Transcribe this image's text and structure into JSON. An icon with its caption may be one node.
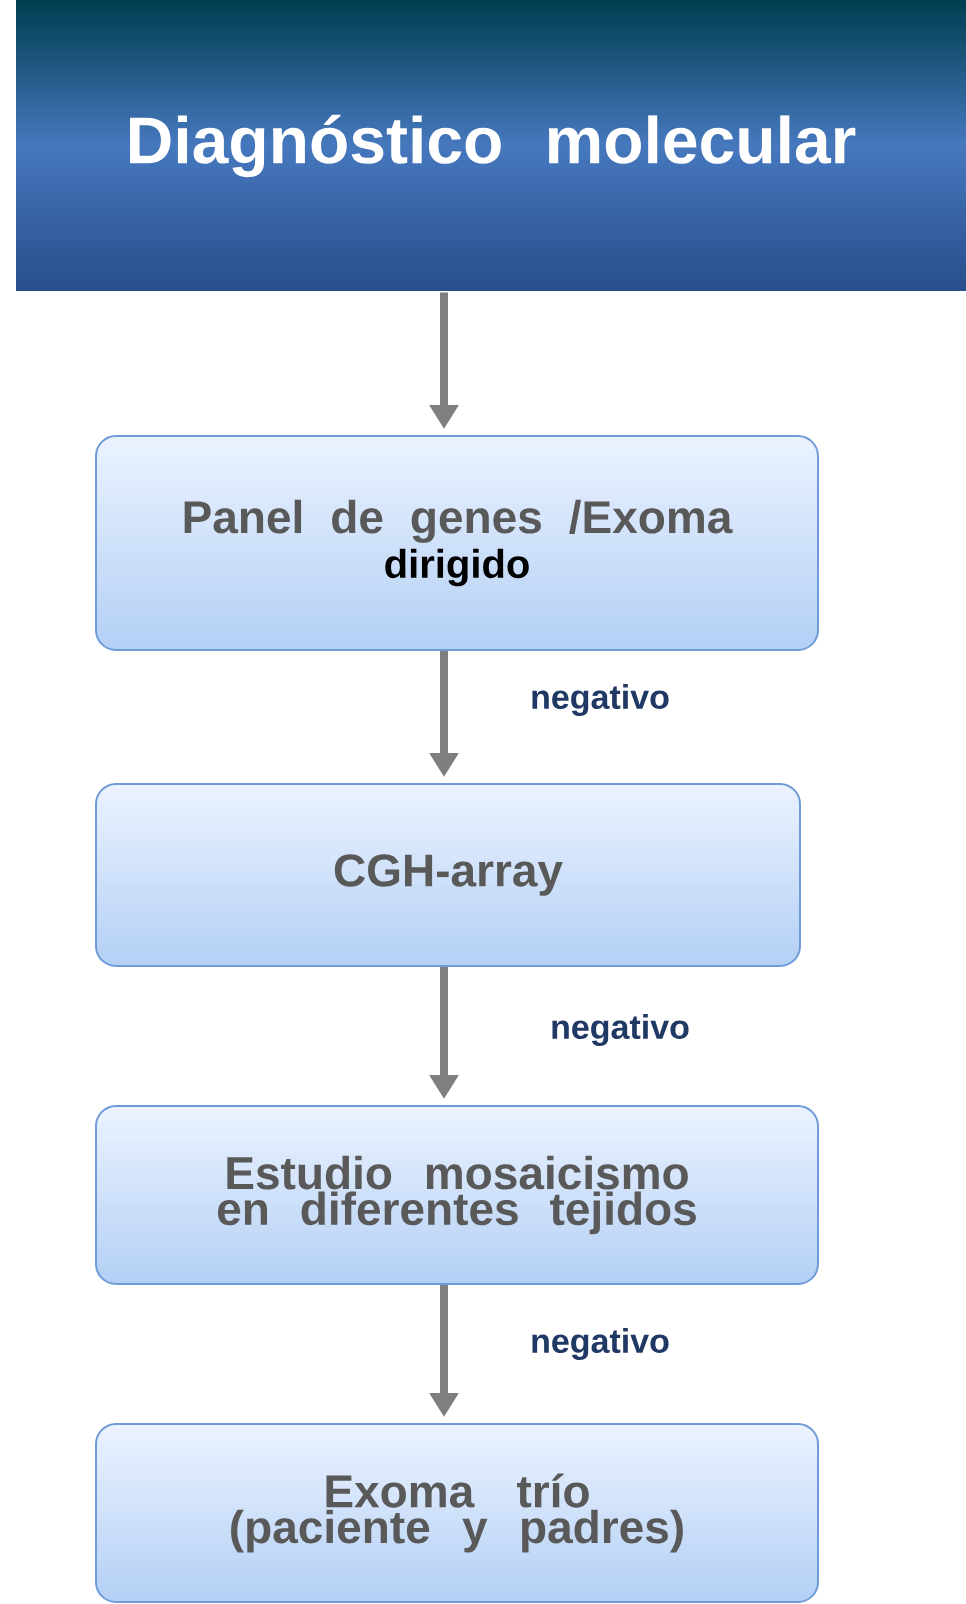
{
  "diagram": {
    "nodes": [
      {
        "text": [
          "Diagnóstico molecular"
        ]
      },
      {
        "text": [
          "Panel de genes /Exoma",
          "dirigido"
        ]
      },
      {
        "text": [
          "CGH-array"
        ]
      },
      {
        "text": [
          "Estudio mosaicismo en diferentes tejidos"
        ]
      },
      {
        "text": [
          "Exoma trío (paciente y padres)"
        ]
      }
    ],
    "edges": [
      {
        "from": 0,
        "to": 1,
        "arrow": "to"
      },
      {
        "from": 1,
        "to": 2,
        "arrow": "to",
        "label": "negativo"
      },
      {
        "from": 2,
        "to": 3,
        "arrow": "to",
        "label": "negativo"
      },
      {
        "from": 3,
        "to": 4,
        "arrow": "to",
        "label": "negativo"
      }
    ]
  }
}
